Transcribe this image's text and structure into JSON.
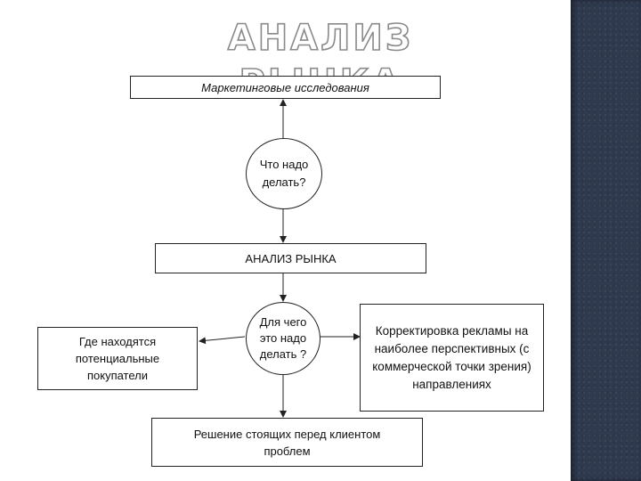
{
  "slide": {
    "title": "АНАЛИЗ РЫНКА"
  },
  "diagram": {
    "marketing_research": "Маркетинговые исследования",
    "what_to_do": "Что  надо делать?",
    "market_analysis": "АНАЛИЗ РЫНКА",
    "why_do_it": "Для чего это надо делать ?",
    "where_customers": "Где находятся потенциальные покупатели",
    "ad_correction": "Корректировка рекламы на наиболее перспективных (с коммерческой точки зрения) направлениях",
    "solving_problems": "Решение стоящих перед клиентом проблем"
  },
  "colors": {
    "side_panel": "#2f3a4f",
    "title_outline": "#8a8a8a",
    "line": "#222222"
  }
}
